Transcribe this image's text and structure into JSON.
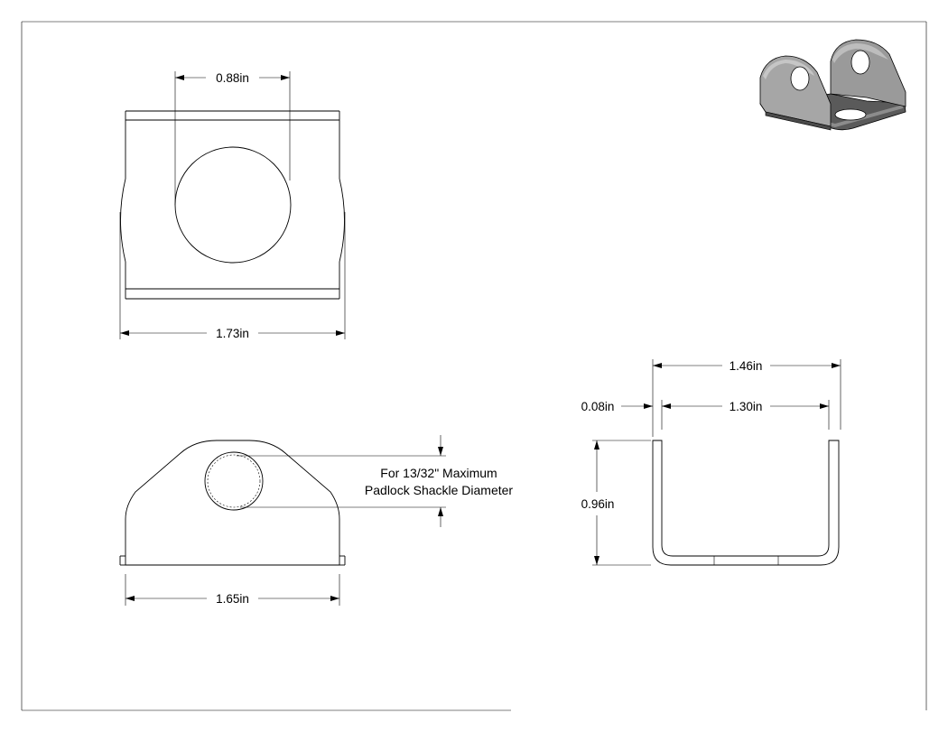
{
  "dimensions": {
    "hole_width": "0.88in",
    "top_width": "1.73in",
    "front_width": "1.65in",
    "side_outer_width": "1.46in",
    "side_inner_width": "1.30in",
    "thickness": "0.08in",
    "height": "0.96in"
  },
  "note": {
    "line1": "For 13/32\" Maximum",
    "line2": "Padlock Shackle Diameter"
  },
  "colors": {
    "line": "#000000",
    "part_light": "#b8b8b8",
    "part_mid": "#8c8c8c",
    "part_dark": "#4a4a4a"
  }
}
